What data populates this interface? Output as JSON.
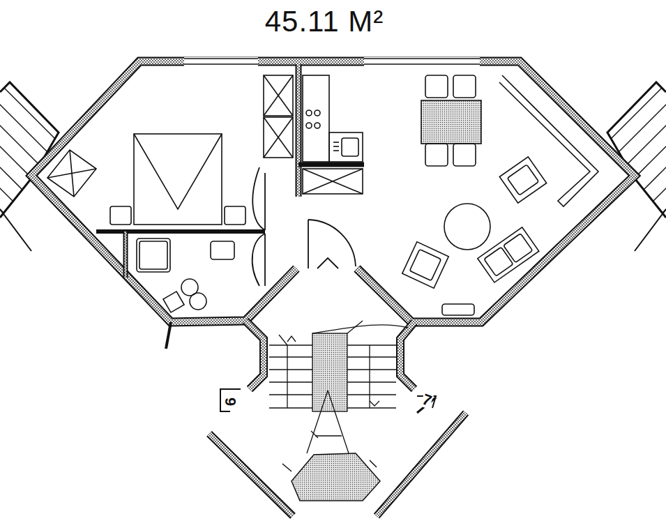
{
  "diagram": {
    "title": "45.11 M²",
    "labels": [
      "6",
      "7"
    ]
  }
}
